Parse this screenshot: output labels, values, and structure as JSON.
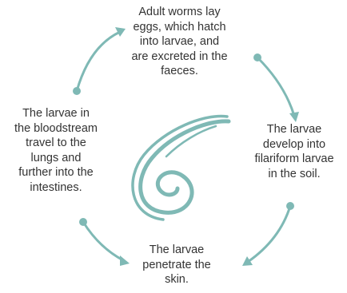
{
  "colors": {
    "accent": "#7fb9b5",
    "text": "#333333",
    "background": "#ffffff"
  },
  "icons": {
    "center": "hookworm-icon"
  },
  "stages": {
    "top": "Adult worms lay\neggs, which hatch\ninto larvae, and\nare excreted in the\nfaeces.",
    "right": "The larvae\ndevelop into\nfilariform larvae\nin the soil.",
    "bottom": "The larvae\npenetrate the\nskin.",
    "left": "The larvae in\nthe bloodstream\ntravel to the\nlungs and\nfurther into the\nintestines."
  }
}
